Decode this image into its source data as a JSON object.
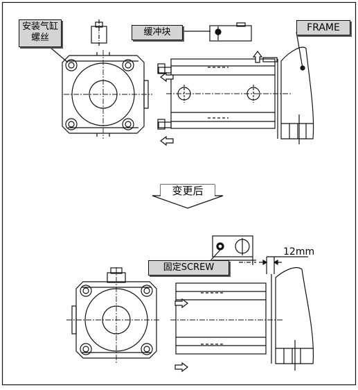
{
  "labels": {
    "mount_screw": "安装气缸螺丝",
    "buffer_block": "缓冲块",
    "frame": "FRAME",
    "after_change": "变更后",
    "fix_screw": "固定SCREW",
    "gap": "12mm"
  },
  "colors": {
    "line": "#111111",
    "label_fill": "#d4d4d4",
    "arrow_fill": "#ffffff"
  }
}
